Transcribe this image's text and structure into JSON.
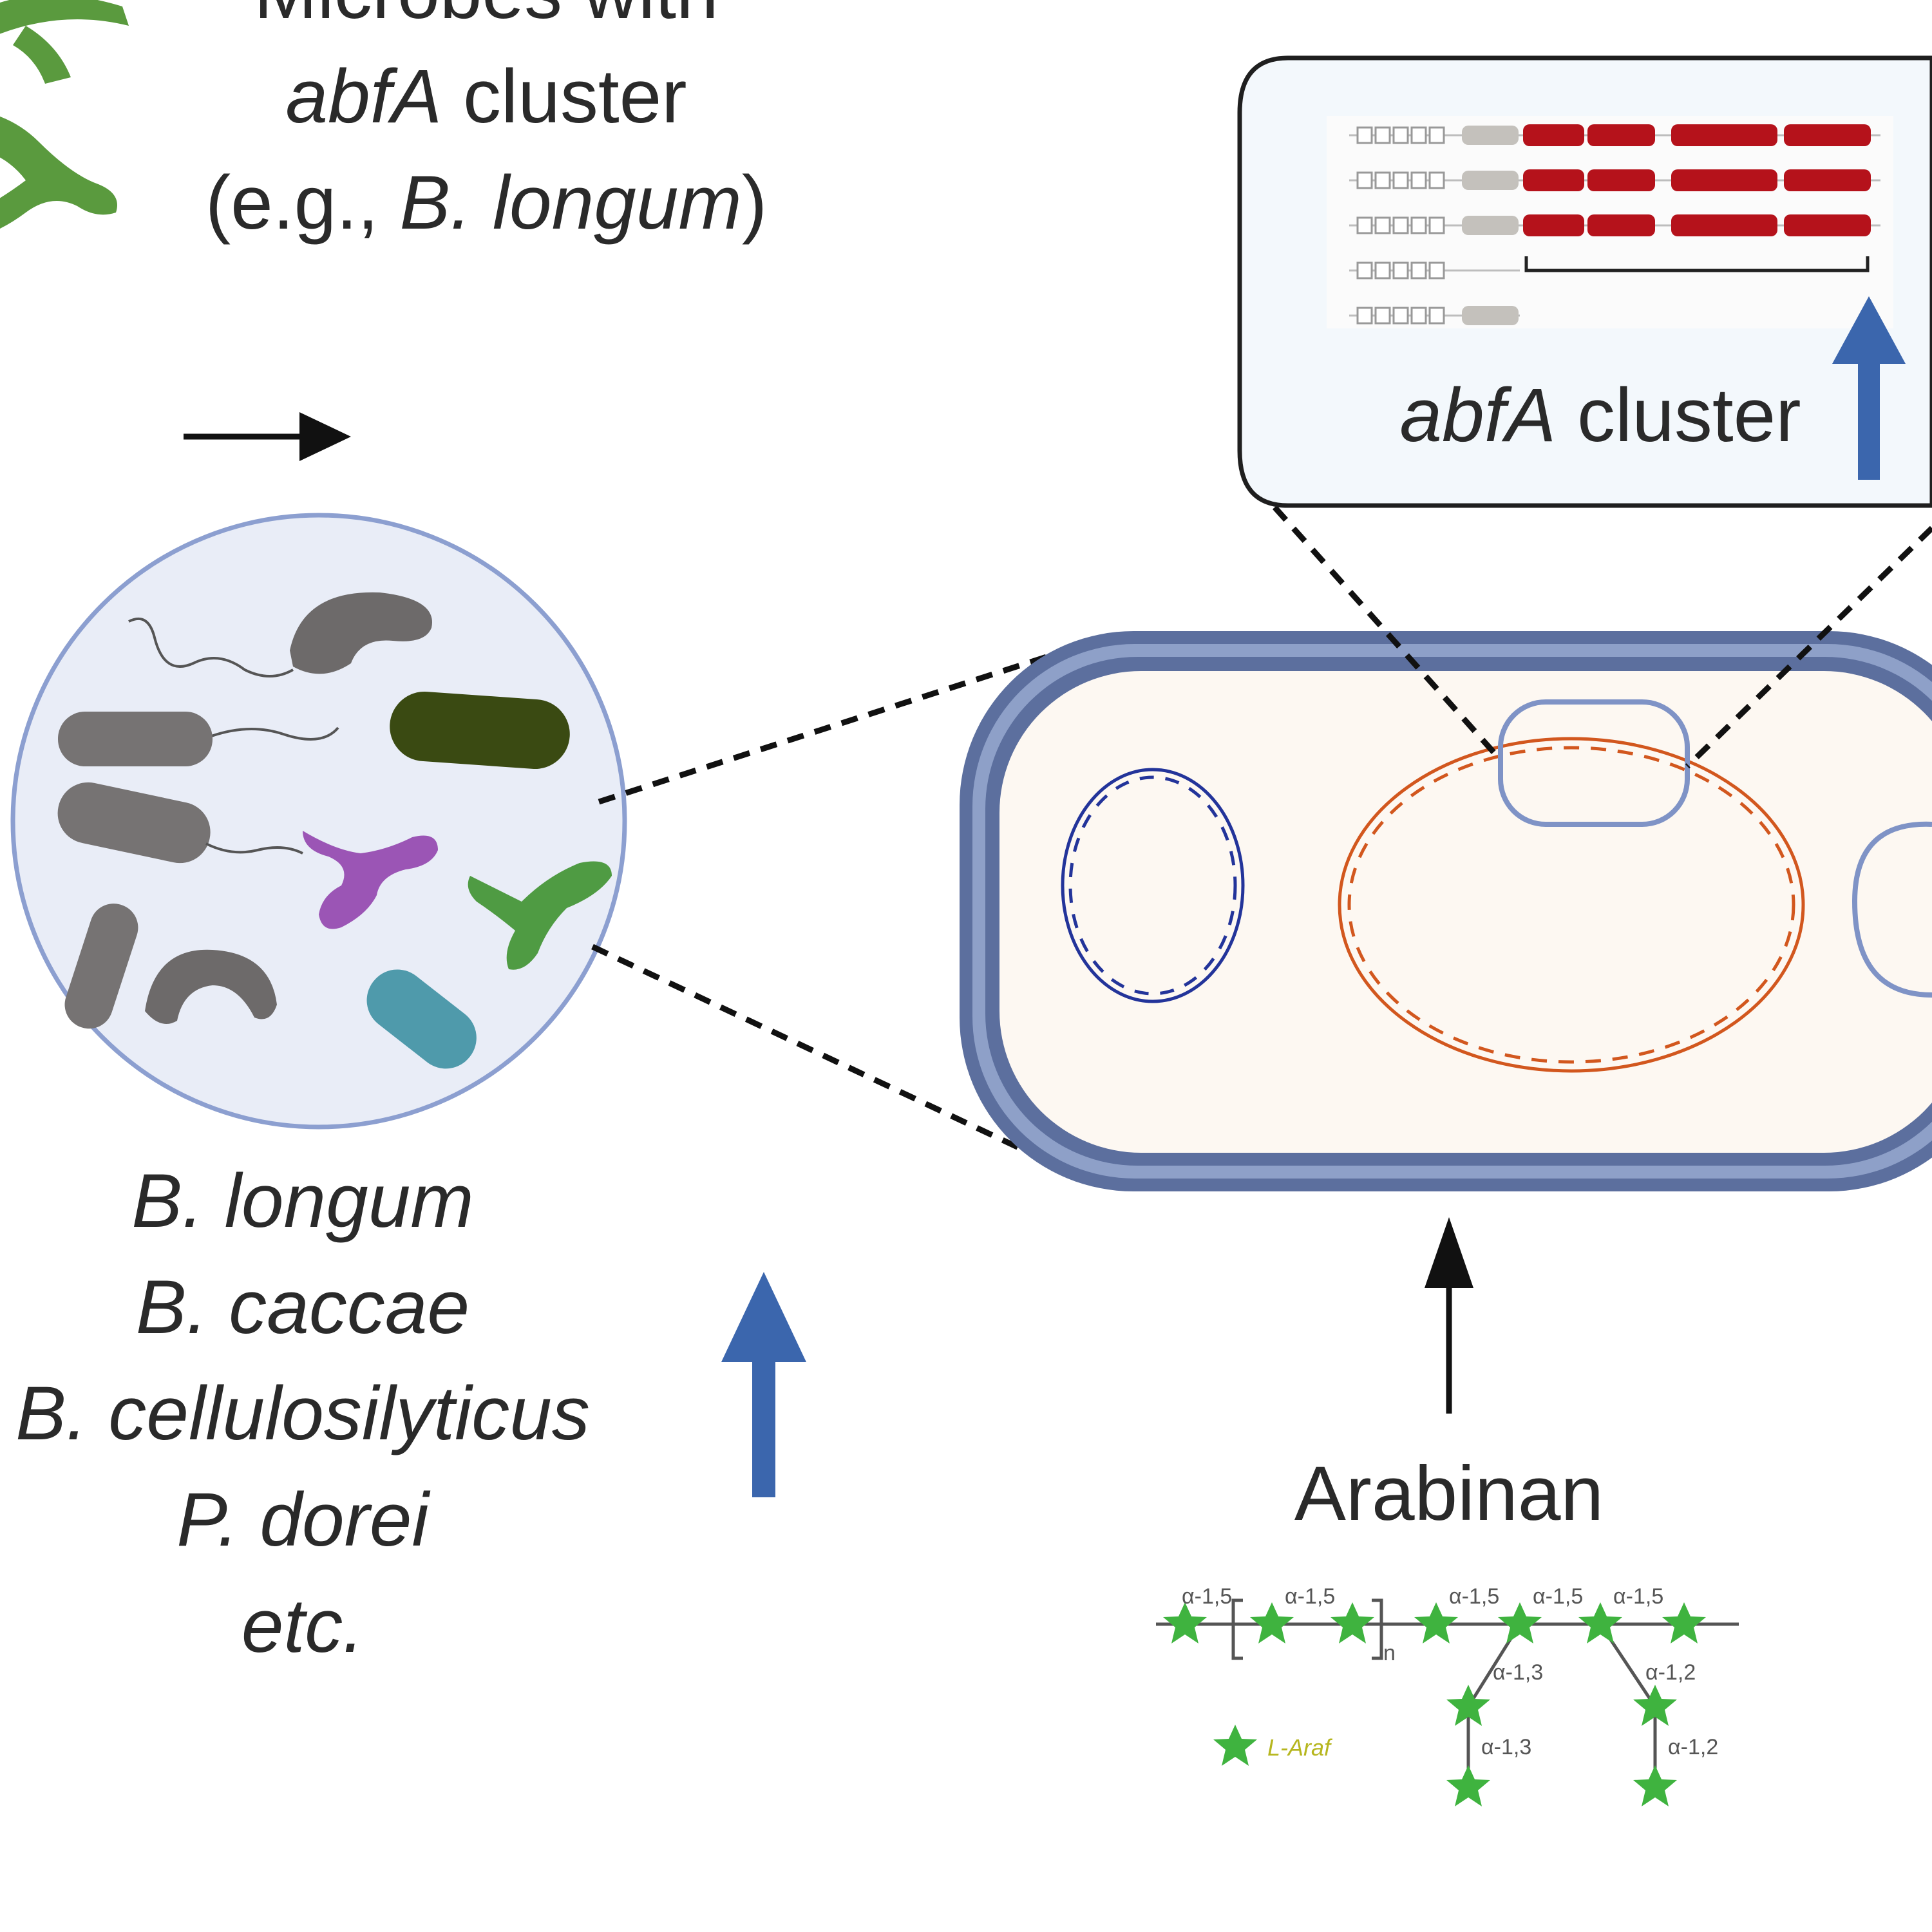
{
  "header": {
    "line1": "Microbes with",
    "line2_gene": "abfA",
    "line2_rest": " cluster",
    "line3_open": "(e.g., ",
    "line3_species": "B. longum",
    "line3_close": ")"
  },
  "species_list": [
    "B. longum",
    "B. caccae",
    "B. cellulosilyticus",
    "P. dorei",
    "etc."
  ],
  "cluster_box": {
    "gene": "abfA",
    "label": " cluster"
  },
  "arabinan": {
    "title": "Arabinan",
    "linkages": {
      "first": "α-1,5",
      "repeat1": "α-1,5",
      "subscript": "n",
      "main1": "α-1,5",
      "main2": "α-1,5",
      "main3": "α-1,5",
      "branch1_top": "α-1,3",
      "branch1_bottom": "α-1,3",
      "branch2_top": "α-1,2",
      "branch2_bottom": "α-1,2"
    },
    "legend": "L-Araf"
  },
  "colors": {
    "up_arrow": "#3b66ad",
    "cell_wall": "#5c6f9e",
    "cell_fill": "#fdf8f2",
    "chromosome": "#d2571e",
    "plasmid": "#23349a",
    "gene_red": "#b5121b",
    "gene_grey": "#c4c1bc",
    "star_green": "#3fb33f",
    "circle_fill": "#e9edf7",
    "circle_stroke": "#8c9fd0",
    "box_fill": "#f3f8fc"
  },
  "icons": [
    "arrow-right-icon",
    "up-arrow-icon",
    "bacteria-icon",
    "star-icon"
  ]
}
